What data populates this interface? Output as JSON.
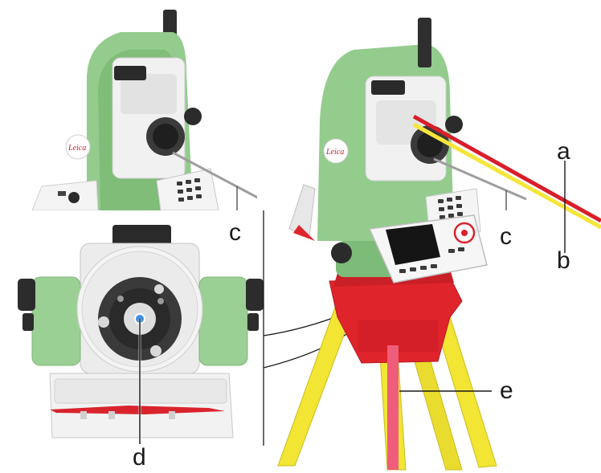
{
  "callouts": {
    "a": "a",
    "b": "b",
    "c_left": "c",
    "c_right": "c",
    "d": "d",
    "e": "e"
  },
  "colors": {
    "instrument_green": "#8fc98a",
    "housing_white": "#eeeeee",
    "tripod_yellow": "#f2e533",
    "tripod_red": "#e0242c",
    "laser_red": "#d81e2a",
    "laser_yellow": "#f6e53a",
    "plumb_pink": "#ef5d7a"
  }
}
